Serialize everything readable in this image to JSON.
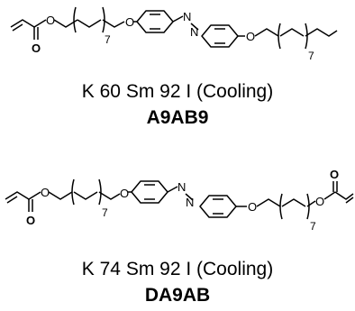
{
  "compounds": [
    {
      "name": "A9AB9",
      "phase_transitions": "K 60 Sm 92 I (Cooling)",
      "structure": {
        "atom_labels": [
          "O",
          "O",
          "O",
          "N",
          "N",
          "O"
        ],
        "subscripts": [
          "7",
          "7"
        ]
      }
    },
    {
      "name": "DA9AB",
      "phase_transitions": "K 74 Sm 92 I (Cooling)",
      "structure": {
        "atom_labels": [
          "O",
          "O",
          "O",
          "N",
          "N",
          "O",
          "O",
          "O"
        ],
        "subscripts": [
          "7",
          "7"
        ]
      }
    }
  ]
}
